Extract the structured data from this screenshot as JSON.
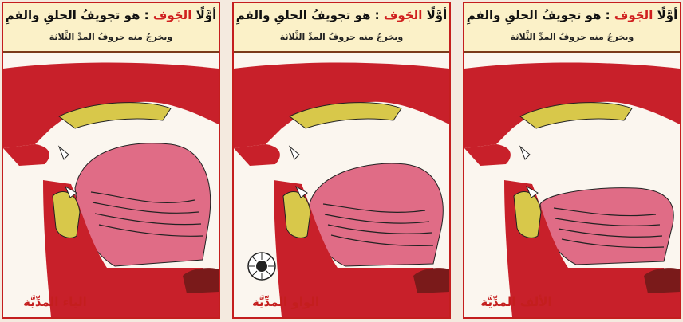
{
  "panels": [
    {
      "label": "الياء المدِّيَّة",
      "header": {
        "prefix": "أوَّلًا",
        "term": "الجَوف",
        "definition": ": هو تجويفُ الحلقِ والفمِ",
        "subline": "ويخرجُ منه حروفُ المدِّ الثَّلاثة"
      },
      "tongue": "high"
    },
    {
      "label": "الواو المدِّيَّة",
      "header": {
        "prefix": "أوَّلًا",
        "term": "الجَوف",
        "definition": ": هو تجويفُ الحلقِ والفمِ",
        "subline": "ويخرجُ منه حروفُ المدِّ الثَّلاثة"
      },
      "tongue": "back-raised",
      "lip_icon": "rounded-lips-icon"
    },
    {
      "label": "الألف المدِّيَّة",
      "header": {
        "prefix": "أوَّلًا",
        "term": "الجَوف",
        "definition": ": هو تجويفُ الحلقِ والفمِ",
        "subline": "ويخرجُ منه حروفُ المدِّ الثَّلاثة"
      },
      "tongue": "low"
    }
  ],
  "colors": {
    "border": "#c41e1e",
    "tissue": "#c8202a",
    "tongue": "#e06c86",
    "bone": "#d8c84a",
    "header_bg": "#fbf1c8"
  }
}
